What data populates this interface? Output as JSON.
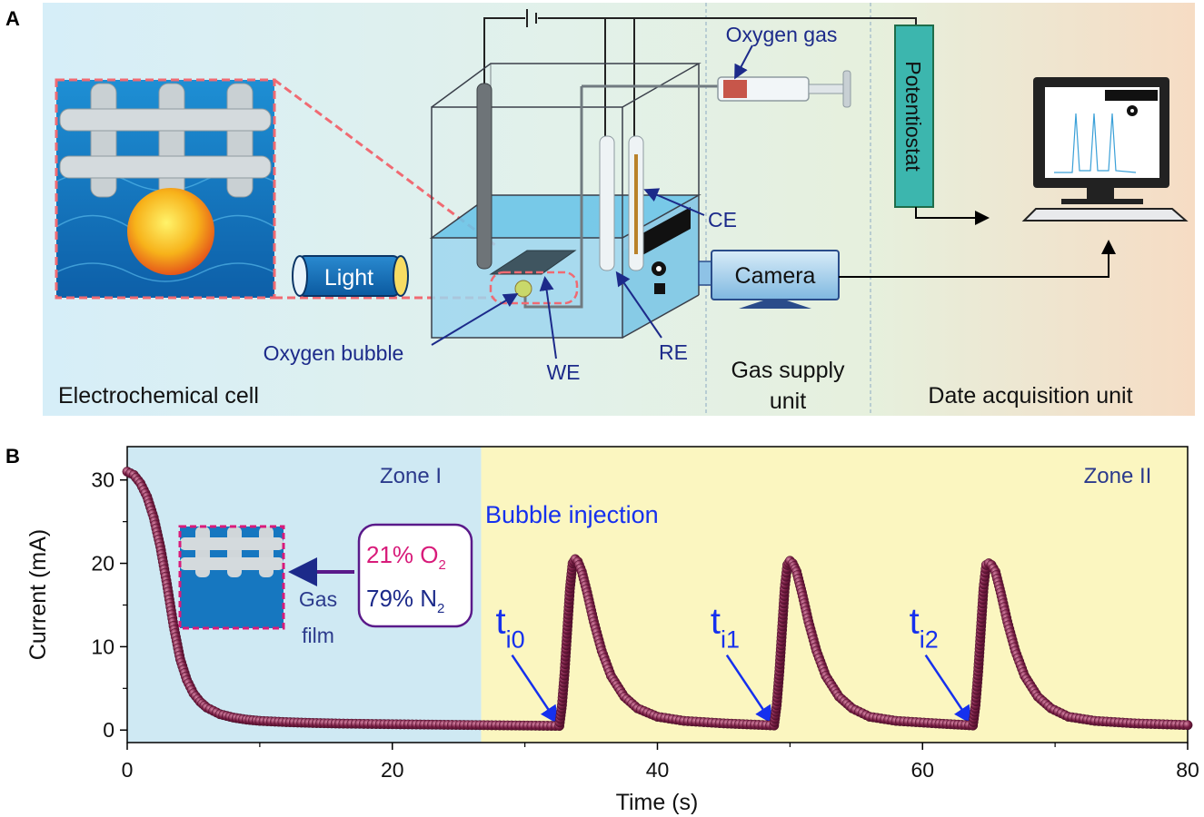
{
  "panel_a": {
    "label": "A",
    "sections": {
      "cell": "Electrochemical cell",
      "gas_line1": "Gas supply",
      "gas_line2": "unit",
      "daq": "Date acquisition unit"
    },
    "light": "Light",
    "oxygen_gas": "Oxygen gas",
    "potentiostat": "Potentiostat",
    "camera": "Camera",
    "ce": "CE",
    "we": "WE",
    "re": "RE",
    "oxygen_bubble": "Oxygen bubble"
  },
  "panel_b": {
    "label": "B",
    "zone1": "Zone I",
    "zone2": "Zone II",
    "bubble_injection": "Bubble injection",
    "gas_film_1": "Gas",
    "gas_film_2": "film",
    "o2_pct": "21% O",
    "n2_pct": "79% N",
    "sub2": "2",
    "t_markers": [
      {
        "main": "t",
        "sub": "i0"
      },
      {
        "main": "t",
        "sub": "i1"
      },
      {
        "main": "t",
        "sub": "i2"
      }
    ]
  },
  "colors": {
    "zone1_bg": "#cfe9f3",
    "zone2_bg": "#fbf6c0",
    "curve": "#6e1a3c",
    "zone_text": "#2b3a8c",
    "arrow_blue": "#1530ee",
    "pink": "#d81b7a"
  },
  "chart_data": {
    "type": "scatter",
    "title": "",
    "xlabel": "Time (s)",
    "ylabel": "Current (mA)",
    "xlim": [
      0,
      80
    ],
    "ylim": [
      -1.5,
      34
    ],
    "x_ticks": [
      0,
      20,
      40,
      60,
      80
    ],
    "y_ticks": [
      0,
      10,
      20,
      30
    ],
    "zone_boundary_x": 26.7,
    "grid": false,
    "series": [
      {
        "points": [
          [
            0,
            31.0
          ],
          [
            0.5,
            30.6
          ],
          [
            1.0,
            29.6
          ],
          [
            1.5,
            28.0
          ],
          [
            2.0,
            25.5
          ],
          [
            2.5,
            22.0
          ],
          [
            3.0,
            17.5
          ],
          [
            3.5,
            12.5
          ],
          [
            4.0,
            8.5
          ],
          [
            4.5,
            6.0
          ],
          [
            5.0,
            4.4
          ],
          [
            5.5,
            3.4
          ],
          [
            6.0,
            2.7
          ],
          [
            7.0,
            1.9
          ],
          [
            8.0,
            1.5
          ],
          [
            9.0,
            1.25
          ],
          [
            10.0,
            1.1
          ],
          [
            12.0,
            0.95
          ],
          [
            14.0,
            0.85
          ],
          [
            16.0,
            0.78
          ],
          [
            20.0,
            0.7
          ],
          [
            26.0,
            0.6
          ],
          [
            32.6,
            0.5
          ],
          [
            32.8,
            3.0
          ],
          [
            33.0,
            7.0
          ],
          [
            33.2,
            12.0
          ],
          [
            33.4,
            17.0
          ],
          [
            33.6,
            20.0
          ],
          [
            33.8,
            20.5
          ],
          [
            34.0,
            20.2
          ],
          [
            34.3,
            19.0
          ],
          [
            34.7,
            16.5
          ],
          [
            35.2,
            13.0
          ],
          [
            35.8,
            9.5
          ],
          [
            36.5,
            6.5
          ],
          [
            37.5,
            4.0
          ],
          [
            38.5,
            2.6
          ],
          [
            40.0,
            1.6
          ],
          [
            42.0,
            1.1
          ],
          [
            45.0,
            0.8
          ],
          [
            48.8,
            0.55
          ],
          [
            49.0,
            3.0
          ],
          [
            49.2,
            7.0
          ],
          [
            49.4,
            12.0
          ],
          [
            49.6,
            17.0
          ],
          [
            49.8,
            19.8
          ],
          [
            50.0,
            20.3
          ],
          [
            50.2,
            20.0
          ],
          [
            50.5,
            19.0
          ],
          [
            50.9,
            16.5
          ],
          [
            51.4,
            13.0
          ],
          [
            52.0,
            9.5
          ],
          [
            52.7,
            6.5
          ],
          [
            53.7,
            4.0
          ],
          [
            54.7,
            2.6
          ],
          [
            56.0,
            1.6
          ],
          [
            58.0,
            1.1
          ],
          [
            61.0,
            0.8
          ],
          [
            63.8,
            0.55
          ],
          [
            64.0,
            3.0
          ],
          [
            64.2,
            7.0
          ],
          [
            64.4,
            12.0
          ],
          [
            64.6,
            17.0
          ],
          [
            64.8,
            19.8
          ],
          [
            65.0,
            20.0
          ],
          [
            65.2,
            19.8
          ],
          [
            65.5,
            19.0
          ],
          [
            65.9,
            16.5
          ],
          [
            66.4,
            13.0
          ],
          [
            67.0,
            9.5
          ],
          [
            67.7,
            6.5
          ],
          [
            68.7,
            4.0
          ],
          [
            69.7,
            2.6
          ],
          [
            71.0,
            1.6
          ],
          [
            73.0,
            1.1
          ],
          [
            76.0,
            0.8
          ],
          [
            80.0,
            0.6
          ]
        ]
      }
    ],
    "injection_times": [
      32.6,
      48.8,
      63.8
    ]
  }
}
